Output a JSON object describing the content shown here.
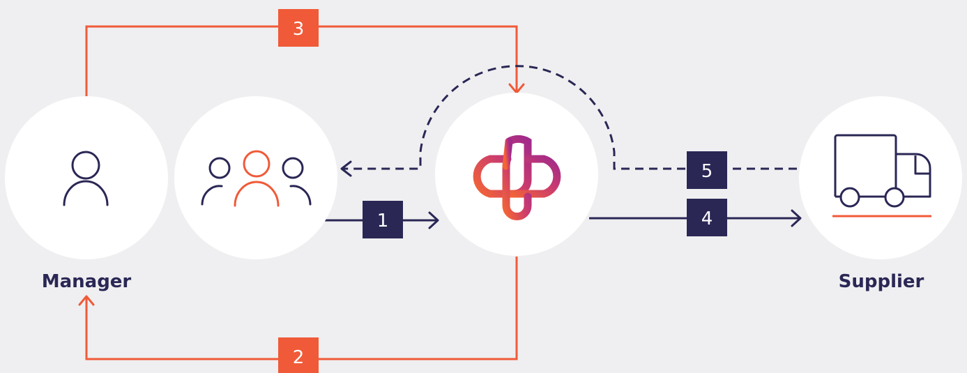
{
  "colors": {
    "background": "#efeff1",
    "circle": "#ffffff",
    "navy": "#2a2755",
    "orange": "#f05a38",
    "logo_gradient_start": "#f46535",
    "logo_gradient_end": "#a12a8a"
  },
  "nodes": {
    "manager": {
      "label": "Manager",
      "icon": "person-icon"
    },
    "team": {
      "icon": "team-icon"
    },
    "platform": {
      "icon": "platform-logo-icon"
    },
    "supplier": {
      "label": "Supplier",
      "icon": "truck-icon"
    }
  },
  "steps": [
    {
      "number": "1",
      "color": "navy",
      "style": "solid"
    },
    {
      "number": "2",
      "color": "orange",
      "style": "solid"
    },
    {
      "number": "3",
      "color": "orange",
      "style": "solid"
    },
    {
      "number": "4",
      "color": "navy",
      "style": "solid"
    },
    {
      "number": "5",
      "color": "navy",
      "style": "dashed"
    }
  ]
}
